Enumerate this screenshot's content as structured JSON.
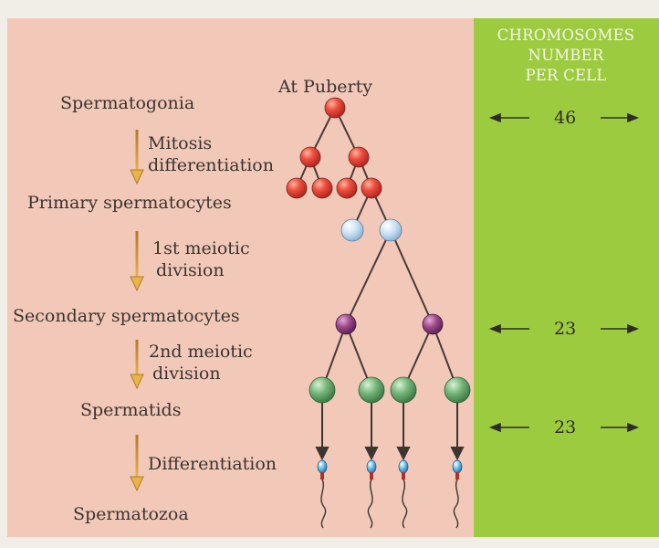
{
  "header": {
    "at_puberty": "At Puberty",
    "column_title_lines": [
      "CHROMOSOMES",
      "NUMBER",
      "PER CELL"
    ]
  },
  "stages": [
    {
      "label": "Spermatogonia"
    },
    {
      "label": "Primary spermatocytes"
    },
    {
      "label": "Secondary spermatocytes"
    },
    {
      "label": "Spermatids"
    },
    {
      "label": "Spermatozoa"
    }
  ],
  "steps": [
    {
      "lines": [
        "Mitosis",
        "differentiation"
      ]
    },
    {
      "lines": [
        "1st meiotic",
        "division"
      ]
    },
    {
      "lines": [
        "2nd meiotic",
        "division"
      ]
    },
    {
      "lines": [
        "Differentiation"
      ]
    }
  ],
  "chromosome_numbers": [
    {
      "value": "46"
    },
    {
      "value": "23"
    },
    {
      "value": "23"
    }
  ],
  "colors": {
    "left_panel": "#f2c8b8",
    "right_panel": "#9dcb3f",
    "spermatogonia_cell": "#e8453a",
    "primary_spermatocyte_cell": "#c9e0f0",
    "secondary_spermatocyte_cell": "#9c4a8c",
    "spermatid_cell": "#6fae6f",
    "step_arrow": "#d9a43a"
  }
}
